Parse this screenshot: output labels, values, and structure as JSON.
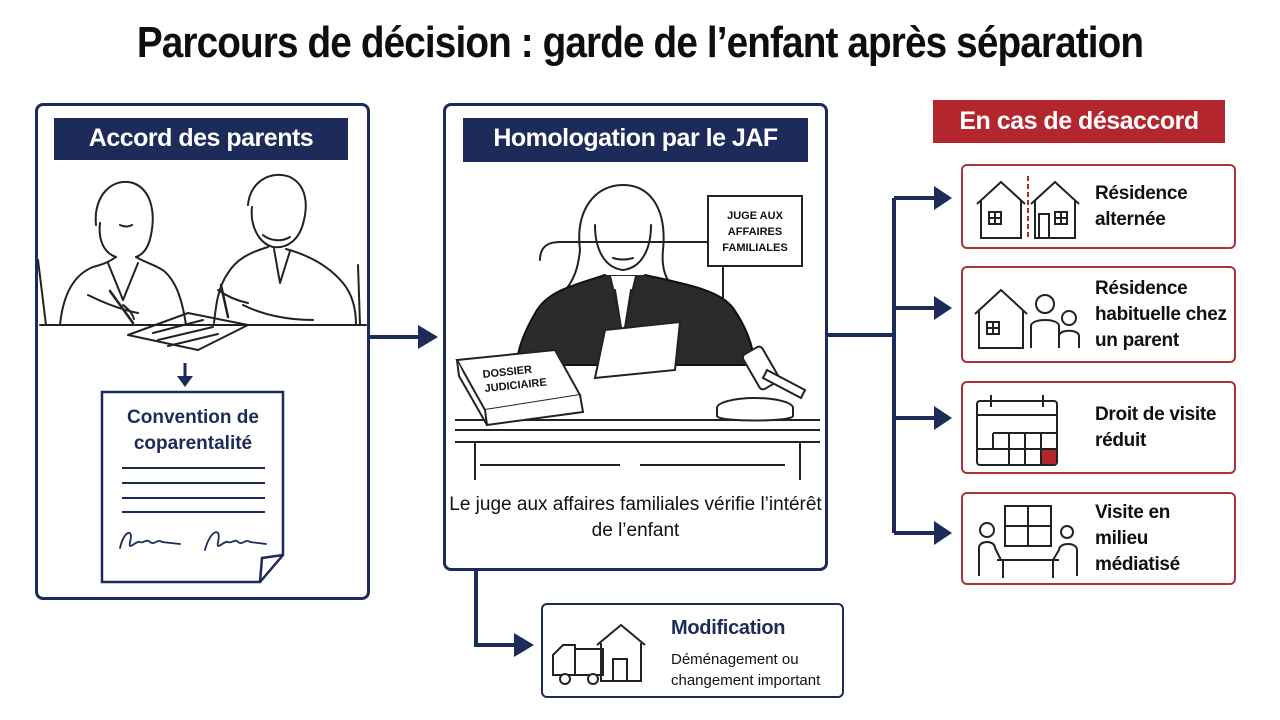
{
  "title": "Parcours de décision : garde de l’enfant après séparation",
  "accord": {
    "banner": "Accord des parents",
    "convention_title": "Convention de coparentalité"
  },
  "homologation": {
    "banner": "Homologation par le JAF",
    "sign_text": [
      "JUGE AUX",
      "AFFAIRES",
      "FAMILIALES"
    ],
    "dossier_text": [
      "DOSSIER",
      "JUDICIAIRE"
    ],
    "caption": "Le juge aux affaires familiales vérifie l’intérêt de l’enfant"
  },
  "desaccord": {
    "banner": "En cas de désaccord",
    "options": [
      {
        "label": "Résidence alternée",
        "icon": "two-houses-icon"
      },
      {
        "label": "Résidence habituelle chez un parent",
        "icon": "house-family-icon"
      },
      {
        "label": "Droit de visite réduit",
        "icon": "calendar-icon"
      },
      {
        "label": "Visite en milieu médiatisé",
        "icon": "mediated-visit-icon"
      }
    ]
  },
  "modification": {
    "title": "Modification",
    "description": "Déménagement ou changement important",
    "icon": "truck-house-icon"
  },
  "colors": {
    "navy": "#1c2b5a",
    "red": "#b3262e"
  }
}
